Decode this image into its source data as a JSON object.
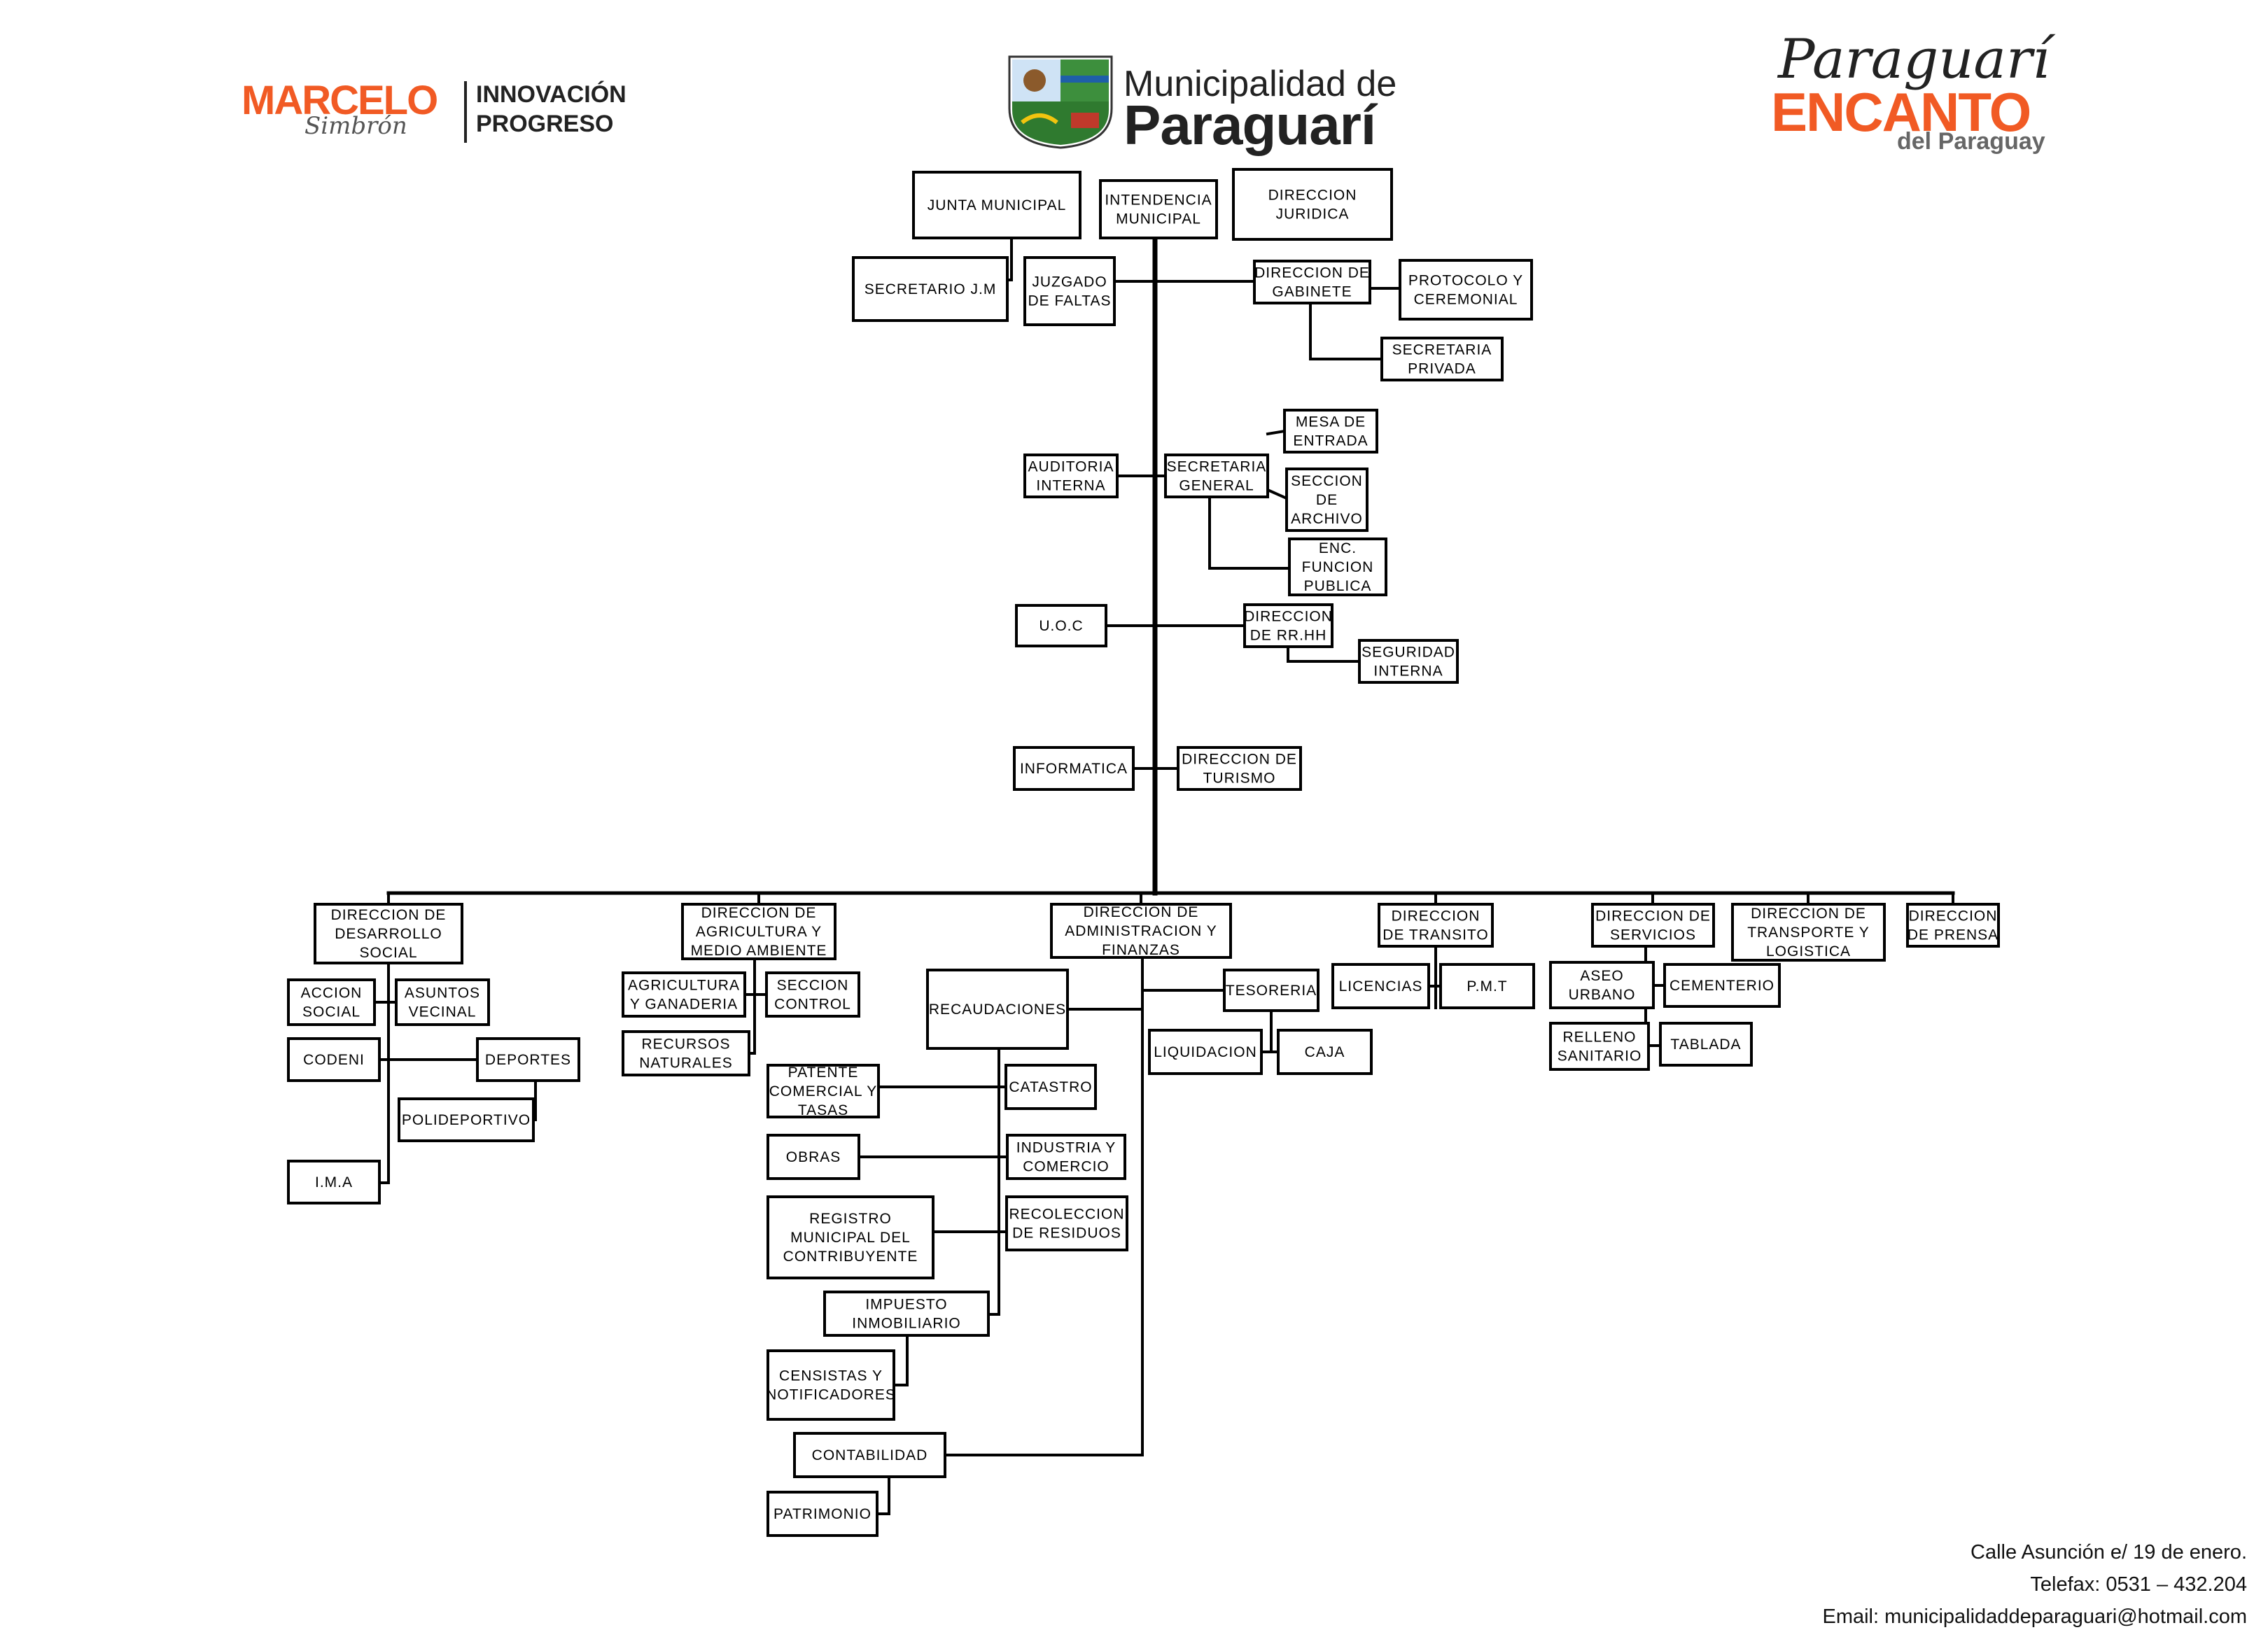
{
  "header": {
    "left_logo": {
      "name": "MARCELO",
      "surname": "Simbrón",
      "tag1": "INNOVACIÓN",
      "tag2": "PROGRESO"
    },
    "center_logo": {
      "line1": "Municipalidad de",
      "line2": "Paraguarí"
    },
    "right_logo": {
      "script": "Paraguarí",
      "main": "ENCANTO",
      "sub": "del Paraguay"
    }
  },
  "boxes": {
    "junta": [
      "JUNTA  MUNICIPAL"
    ],
    "intendencia": [
      "INTENDENCIA",
      "MUNICIPAL"
    ],
    "juridica": [
      "DIRECCION",
      "JURIDICA"
    ],
    "secretario_jm": [
      "SECRETARIO  J.M"
    ],
    "juzgado": [
      "JUZGADO",
      "DE FALTAS"
    ],
    "gabinete": [
      "DIRECCION  DE",
      "GABINETE"
    ],
    "protocolo": [
      "PROTOCOLO  Y",
      "CEREMONIAL"
    ],
    "sec_privada": [
      "SECRETARIA",
      "PRIVADA"
    ],
    "auditoria": [
      "AUDITORIA",
      "INTERNA"
    ],
    "sec_general": [
      "SECRETARIA",
      "GENERAL"
    ],
    "mesa_entrada": [
      "MESA DE",
      "ENTRADA"
    ],
    "archivo": [
      "SECCION",
      "DE",
      "ARCHIVO"
    ],
    "funcion_publica": [
      "ENC.",
      "FUNCION",
      "PUBLICA"
    ],
    "uoc": [
      "U.O.C"
    ],
    "rrhh": [
      "DIRECCION",
      "DE RR.HH"
    ],
    "seguridad": [
      "SEGURIDAD",
      "INTERNA"
    ],
    "informatica": [
      "INFORMATICA"
    ],
    "turismo": [
      "DIRECCION  DE",
      "TURISMO"
    ],
    "desarrollo": [
      "DIRECCION  DE",
      "DESARROLLO",
      "SOCIAL"
    ],
    "agricultura": [
      "DIRECCION  DE",
      "AGRICULTURA  Y",
      "MEDIO  AMBIENTE"
    ],
    "administracion": [
      "DIRECCION  DE",
      "ADMINISTRACION  Y",
      "FINANZAS"
    ],
    "transito": [
      "DIRECCION",
      "DE TRANSITO"
    ],
    "servicios": [
      "DIRECCION  DE",
      "SERVICIOS"
    ],
    "transporte": [
      "DIRECCION  DE",
      "TRANSPORTE  Y",
      "LOGISTICA"
    ],
    "prensa": [
      "DIRECCION",
      "DE PRENSA"
    ],
    "accion_social": [
      "ACCION",
      "SOCIAL"
    ],
    "asuntos_vecinal": [
      "ASUNTOS",
      "VECINAL"
    ],
    "codeni": [
      "CODENI"
    ],
    "deportes": [
      "DEPORTES"
    ],
    "polideportivo": [
      "POLIDEPORTIVO"
    ],
    "ima": [
      "I.M.A"
    ],
    "agri_ganaderia": [
      "AGRICULTURA",
      "Y GANADERIA"
    ],
    "seccion_control": [
      "SECCION",
      "CONTROL"
    ],
    "recursos": [
      "RECURSOS",
      "NATURALES"
    ],
    "recaudaciones": [
      "RECAUDACIONES"
    ],
    "tesoreria": [
      "TESORERIA"
    ],
    "liquidacion": [
      "LIQUIDACION"
    ],
    "caja": [
      "CAJA"
    ],
    "patente": [
      "PATENTE",
      "COMERCIAL Y",
      "TASAS"
    ],
    "catastro": [
      "CATASTRO"
    ],
    "obras": [
      "OBRAS"
    ],
    "industria": [
      "INDUSTRIA  Y",
      "COMERCIO"
    ],
    "registro": [
      "REGISTRO",
      "MUNICIPAL DEL",
      "CONTRIBUYENTE"
    ],
    "recoleccion": [
      "RECOLECCION",
      "DE RESIDUOS"
    ],
    "impuesto": [
      "IMPUESTO",
      "INMOBILIARIO"
    ],
    "censistas": [
      "CENSISTAS Y",
      "NOTIFICADORES"
    ],
    "contabilidad": [
      "CONTABILIDAD"
    ],
    "patrimonio": [
      "PATRIMONIO"
    ],
    "licencias": [
      "LICENCIAS"
    ],
    "pmt": [
      "P.M.T"
    ],
    "aseo": [
      "ASEO",
      "URBANO"
    ],
    "cementerio": [
      "CEMENTERIO"
    ],
    "relleno": [
      "RELLENO",
      "SANITARIO"
    ],
    "tablada": [
      "TABLADA"
    ]
  },
  "footer": {
    "line1": "Calle Asunción e/ 19 de enero.",
    "line2": "Telefax: 0531 – 432.204",
    "line3": "Email: municipalidaddeparaguari@hotmail.com"
  },
  "colors": {
    "accent": "#f15a24",
    "line": "#000000"
  }
}
